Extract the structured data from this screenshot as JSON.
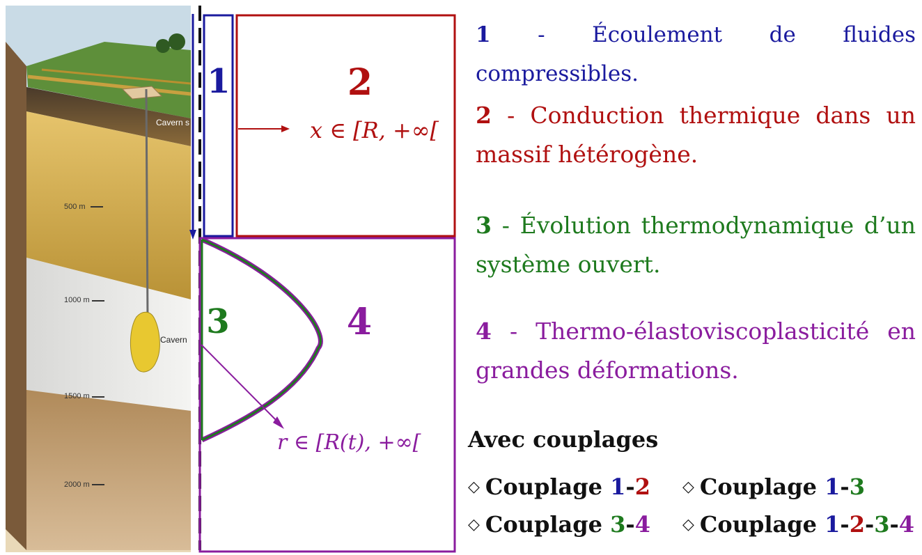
{
  "illustration": {
    "depth_labels": [
      "500 m",
      "1000 m",
      "1500 m",
      "2000 m"
    ],
    "cavern_shaft_label": "Cavern s",
    "cavern_label": "Cavern"
  },
  "zones": {
    "zone1": "1",
    "zone2": "2",
    "zone3": "3",
    "zone4": "4",
    "domain_x": "x ∈ [R, +∞[",
    "domain_r": "r ∈ [R(t), +∞["
  },
  "legend": {
    "items": [
      {
        "num": "1",
        "sep": " - ",
        "text": "Écoulement de fluides compressibles."
      },
      {
        "num": "2",
        "sep": " - ",
        "text": "Conduction thermique dans un massif hétérogène."
      },
      {
        "num": "3",
        "sep": " - ",
        "text": "Évolution thermodynamique d’un système ouvert."
      },
      {
        "num": "4",
        "sep": " - ",
        "text": "Thermo-élastoviscoplasticité en grandes déformations."
      }
    ]
  },
  "couplings": {
    "title": "Avec couplages",
    "diamond": "◇",
    "word": "Couplage",
    "dash": "-",
    "c12": [
      "1",
      "2"
    ],
    "c13": [
      "1",
      "3"
    ],
    "c34": [
      "3",
      "4"
    ],
    "c1234": [
      "1",
      "2",
      "3",
      "4"
    ]
  },
  "colors": {
    "zone1": "#1a1a9e",
    "zone2": "#b01010",
    "zone3": "#1e7a1e",
    "zone4": "#8a1c9e"
  }
}
